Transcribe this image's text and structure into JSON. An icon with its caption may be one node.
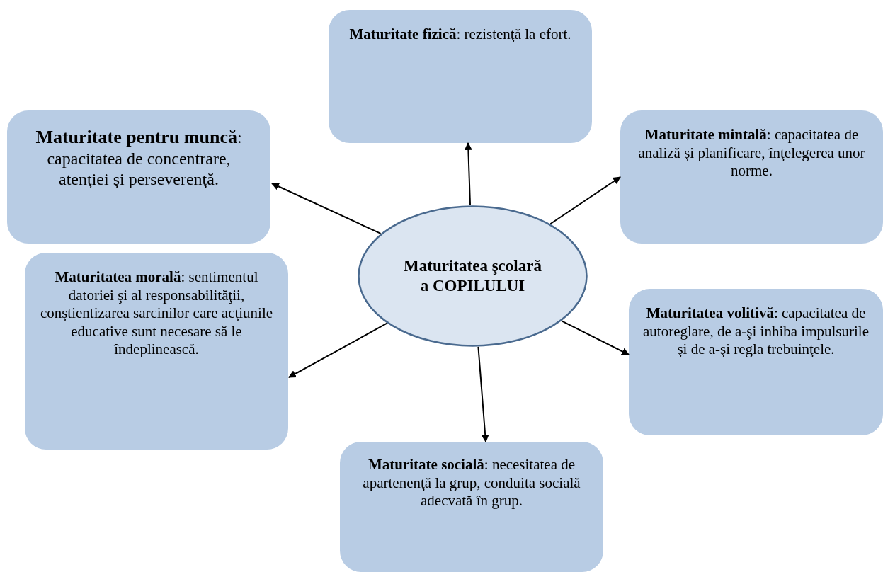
{
  "diagram": {
    "nodes": [
      {
        "text": [
          "**Maturitate fizică**: rezistenţă la efort."
        ]
      },
      {
        "text": [
          "**Maturitate pentru muncă**: capacitatea de concentrare, atenţiei şi perseverenţă."
        ]
      },
      {
        "text": [
          "**Maturitate mintală**: capacitatea de analiză şi planificare, înţelegerea unor norme."
        ]
      },
      {
        "text": [
          "Maturitatea şcolară a COPILULUI"
        ]
      },
      {
        "text": [
          "**Maturitatea morală**: sentimentul datoriei şi al responsabilităţii, conştientizarea sarcinilor care acţiunile educative sunt necesare să le îndeplinească."
        ]
      },
      {
        "text": [
          "**Maturitatea volitivă**: capacitatea de autoreglare, de a-şi inhiba impulsurile şi de a-şi regla trebuinţele."
        ]
      },
      {
        "text": [
          "**Maturitate socială**: necesitatea de apartenenţă la grup, conduita socială adecvată în grup."
        ]
      }
    ],
    "edges": [
      {
        "from": 3,
        "to": 0,
        "arrow": "to"
      },
      {
        "from": 3,
        "to": 1,
        "arrow": "to"
      },
      {
        "from": 3,
        "to": 2,
        "arrow": "to"
      },
      {
        "from": 3,
        "to": 4,
        "arrow": "to"
      },
      {
        "from": 3,
        "to": 5,
        "arrow": "to"
      },
      {
        "from": 3,
        "to": 6,
        "arrow": "to"
      }
    ]
  }
}
